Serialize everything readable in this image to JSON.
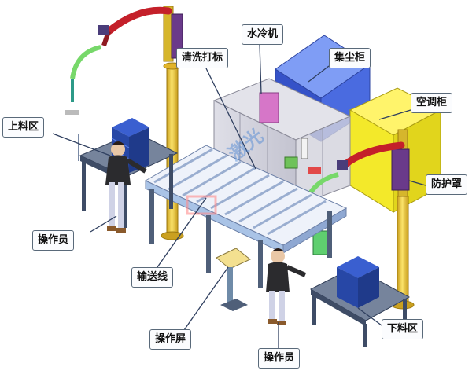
{
  "labels": {
    "water_cooler": "水冷机",
    "clean_mark": "清洗打标",
    "dust_cabinet": "集尘柜",
    "loading_area": "上料区",
    "ac_cabinet": "空调柜",
    "guard_cover": "防护罩",
    "operator_left": "操作员",
    "conveyor": "输送线",
    "operator_screen": "操作屏",
    "unloading_area": "下料区",
    "operator_bottom": "操作员"
  },
  "watermark": "激光",
  "colors": {
    "dust_cabinet": "#3f63d6",
    "ac_cabinet": "#f2ea2c",
    "robot_arm": "#c4202a",
    "gantry_pillar": "#f0d04a",
    "enclosure": "#c9c9d3",
    "conveyor_frame": "#a9c3e6",
    "workbench": "#4f5f79",
    "operator_shirt": "#2b2b2e",
    "tote_blue": "#2747a6",
    "hose_green": "#77d86a",
    "callout_border": "#5a6a7a"
  },
  "icons": [
    "robot-arm-icon",
    "gantry-pillar-icon",
    "operator-figure-icon",
    "tote-stack-icon",
    "touch-screen-icon",
    "conveyor-icon"
  ]
}
